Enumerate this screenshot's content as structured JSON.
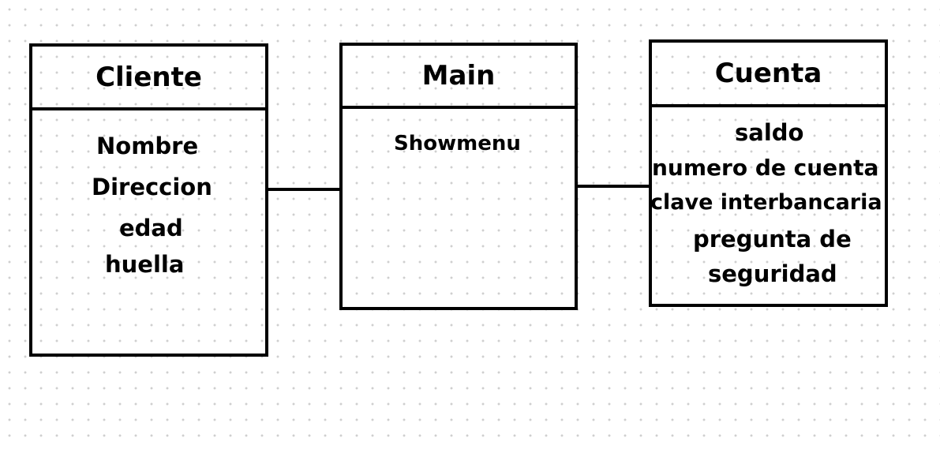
{
  "classes": {
    "cliente": {
      "name": "Cliente",
      "attributes": [
        "Nombre",
        "Direccion",
        "edad",
        "huella"
      ]
    },
    "main": {
      "name": "Main",
      "attributes": [
        "Showmenu"
      ]
    },
    "cuenta": {
      "name": "Cuenta",
      "attributes": [
        "saldo",
        "numero de cuenta",
        "clave interbancaria",
        "pregunta de",
        "seguridad"
      ]
    }
  }
}
